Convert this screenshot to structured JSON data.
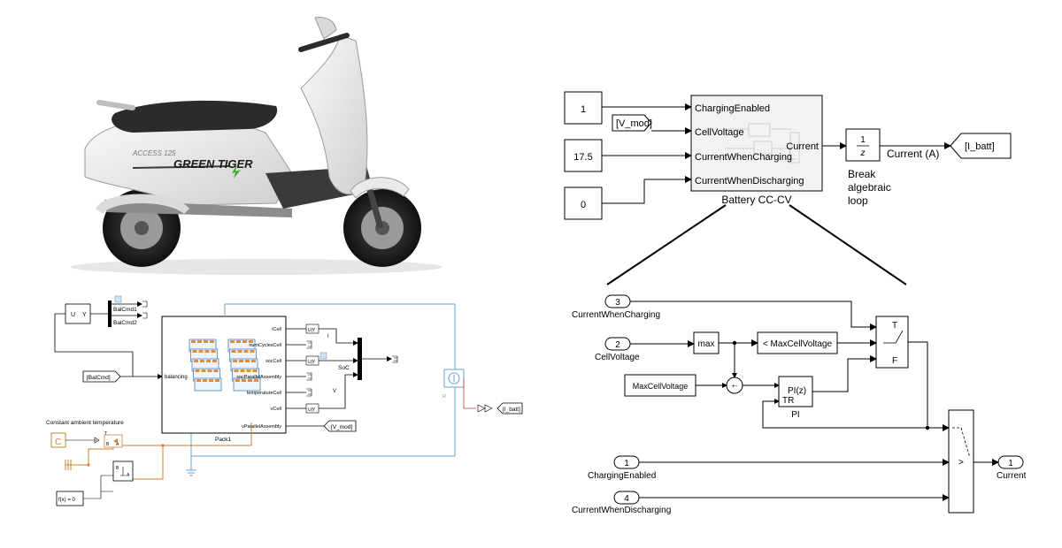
{
  "scooter": {
    "brand_label": "GREEN TIGER",
    "side_label": "ACCESS 125"
  },
  "battery_model": {
    "balance_cmd_block": {
      "in": "U",
      "out": "Y"
    },
    "bal_cmd_1": "BalCmd1",
    "bal_cmd_2": "BalCmd2",
    "bal_cmd_tag": "[BalCmd]",
    "balancing_port": "balancing",
    "pack_name": "Pack1",
    "pack_ports": [
      "iCell",
      "numCyclesCell",
      "socCell",
      "socParallelAssembly",
      "temperatureCell",
      "vCell",
      "vParallelAssembly"
    ],
    "ambient_label": "Constant ambient temperature",
    "constant_symbol": "C",
    "fcn_block": "f(x) = 0",
    "i_label": "I",
    "soc_label": "SoC",
    "v_label": "V",
    "v_mod_tag": "[V_mod]",
    "i_batt_tag": "[I_batt]",
    "thermal_port_a": "A",
    "thermal_port_b": "B",
    "thermal_port_t": "T",
    "sensor_a": "A",
    "sensor_b": "B",
    "port_r": "R"
  },
  "top_diagram": {
    "const_1": "1",
    "const_17_5": "17.5",
    "const_0": "0",
    "v_mod_tag": "[V_mod]",
    "subsystem_inputs": [
      "ChargingEnabled",
      "CellVoltage",
      "CurrentWhenCharging",
      "CurrentWhenDischarging"
    ],
    "subsystem_output": "Current",
    "subsystem_name": "Battery CC-CV",
    "delay_num": "1",
    "delay_den": "z",
    "delay_caption": [
      "Break",
      "algebraic",
      "loop"
    ],
    "output_label": "Current (A)",
    "i_batt_tag": "[I_batt]"
  },
  "detail_diagram": {
    "inport_3": {
      "num": "3",
      "name": "CurrentWhenCharging"
    },
    "inport_2": {
      "num": "2",
      "name": "CellVoltage"
    },
    "inport_1": {
      "num": "1",
      "name": "ChargingEnabled"
    },
    "inport_4": {
      "num": "4",
      "name": "CurrentWhenDischarging"
    },
    "max_block": "max",
    "compare_block": "< MaxCellVoltage",
    "max_cell_voltage_const": "MaxCellVoltage",
    "sum_signs": "+-",
    "pi_block": "PI(z)",
    "pi_tr": "TR",
    "pi_name": "PI",
    "switch_t": "T",
    "switch_f": "F",
    "switch_gt": ">",
    "outport": {
      "num": "1",
      "name": "Current"
    }
  }
}
